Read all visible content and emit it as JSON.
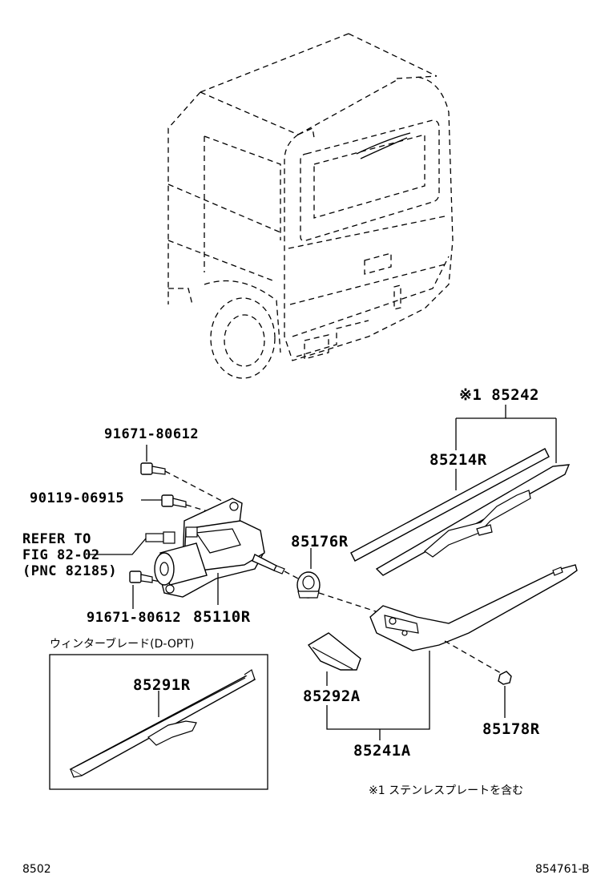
{
  "labels": {
    "bolt_top": "91671-80612",
    "bolt_mid": "90119-06915",
    "refer_line1": "REFER TO",
    "refer_line2": "FIG 82-02",
    "refer_line3": "(PNC 82185)",
    "bolt_bottom": "91671-80612",
    "motor": "85110R",
    "nut_cap": "85176R",
    "assy_top": "※1 85242",
    "blade": "85214R",
    "cover": "85292A",
    "arm_assy": "85241A",
    "nut": "85178R",
    "winter_blade": "85291R"
  },
  "winter_box_title": "ウィンターブレード(D-OPT)",
  "footnote": "※1 ステンレスプレートを含む",
  "footer": {
    "left_code": "8502",
    "right_code": "854761-B"
  }
}
